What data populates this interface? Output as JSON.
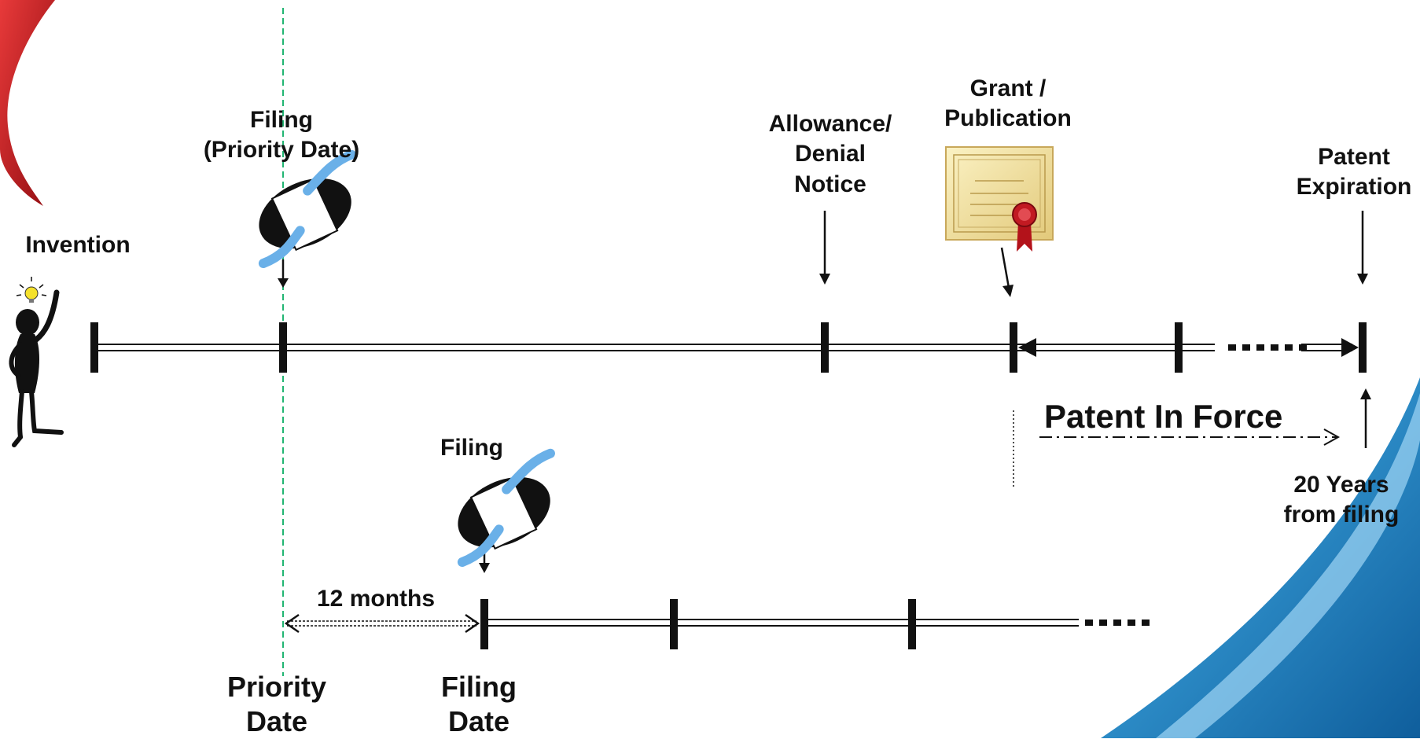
{
  "colors": {
    "frame_red": "#c8141a",
    "frame_blue": "#1f86c8",
    "priority_guide": "#22b573",
    "ink": "#111111"
  },
  "icons": {
    "inventor": "person-with-lightbulb-icon",
    "filing": "document-handoff-icon",
    "grant": "certificate-with-ribbon-icon"
  },
  "labels": {
    "invention": "Invention",
    "filing_priority": [
      "Filing",
      "(Priority Date)"
    ],
    "allowance": [
      "Allowance/",
      "Denial",
      "Notice"
    ],
    "grant": [
      "Grant /",
      "Publication"
    ],
    "expiration": [
      "Patent",
      "Expiration"
    ],
    "in_force": "Patent In Force",
    "twenty_years": [
      "20 Years",
      "from filing"
    ],
    "filing_second": "Filing",
    "twelve_months": "12 months",
    "priority_date": [
      "Priority",
      "Date"
    ],
    "filing_date": [
      "Filing",
      "Date"
    ]
  }
}
